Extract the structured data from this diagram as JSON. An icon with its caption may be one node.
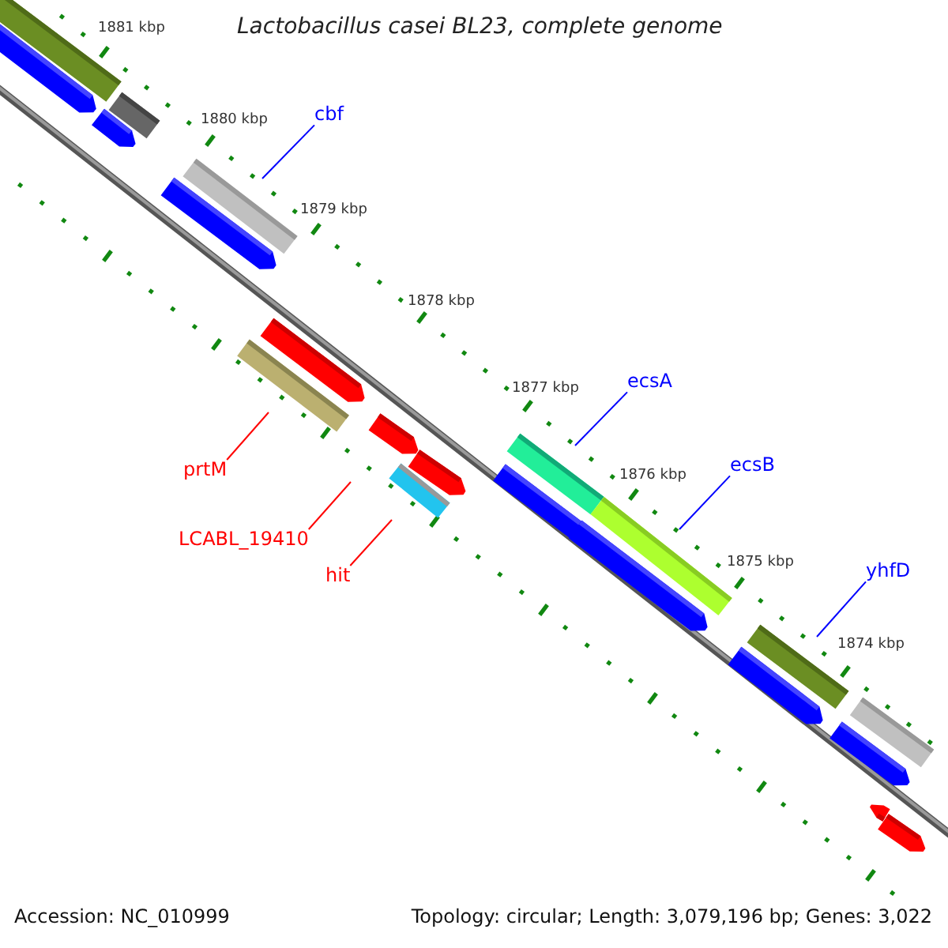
{
  "diagram": {
    "title": "Lactobacillus casei BL23, complete genome",
    "nodes": [
      {
        "text": [
          "cbf"
        ]
      },
      {
        "text": [],
        "shape": "bar"
      },
      {
        "text": [
          "ecsA"
        ]
      },
      {
        "text": [],
        "shape": "bar"
      },
      {
        "text": [
          "prtM"
        ]
      },
      {
        "text": [],
        "shape": "bar"
      },
      {
        "text": [
          "ecsB"
        ]
      },
      {
        "text": [],
        "shape": "bar"
      },
      {
        "text": [
          "LCABL_19410"
        ]
      },
      {
        "text": [
          "hit"
        ]
      },
      {
        "text": [],
        "shape": "bar"
      },
      {
        "text": [
          "yhfD"
        ]
      },
      {
        "text": [],
        "shape": "bar"
      }
    ],
    "edges": [
      {
        "from": 0,
        "to": 1,
        "arrow": "none"
      },
      {
        "from": 2,
        "to": 3,
        "arrow": "none"
      },
      {
        "from": 4,
        "to": 5,
        "arrow": "none",
        "color": "#ff0000"
      },
      {
        "from": 6,
        "to": 7,
        "arrow": "none"
      },
      {
        "from": 8,
        "to": null,
        "arrow": "none",
        "color": "#ff0000"
      },
      {
        "from": 9,
        "to": 10,
        "arrow": "none",
        "color": "#ff0000"
      },
      {
        "from": 11,
        "to": 12,
        "arrow": "none"
      }
    ],
    "labels": [
      "1881 kbp",
      "1880 kbp",
      "1879 kbp",
      "1878 kbp",
      "1877 kbp",
      "1876 kbp",
      "1875 kbp",
      "1874 kbp",
      "Accession: NC_010999",
      "Topology: circular; Length: 3,079,196 bp; Genes: 3,022"
    ]
  }
}
